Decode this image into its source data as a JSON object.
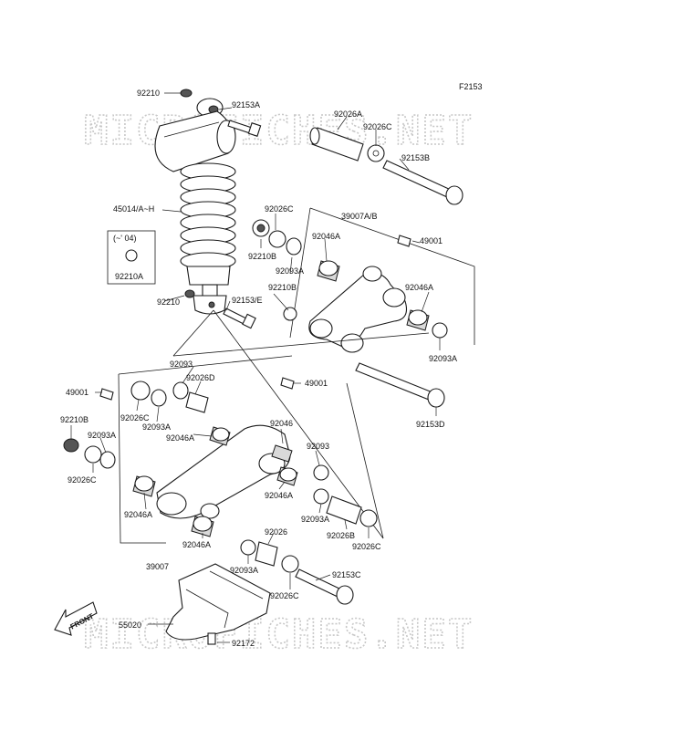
{
  "figure_code": "F2153",
  "watermark_text": "MICROFICHES.NET",
  "front_label": "FRONT",
  "labels": {
    "l92210_top": "92210",
    "l92153A": "92153A",
    "l92026A": "92026A",
    "l92026C_top": "92026C",
    "l92153B": "92153B",
    "l45014": "45014/A~H",
    "l92026C_mid": "92026C",
    "l39007AB": "39007A/B",
    "l92046A_1": "92046A",
    "l49001_top": "49001",
    "l04": "(~' 04)",
    "l92210B_1": "92210B",
    "l92093A_1": "92093A",
    "l92210A": "92210A",
    "l92210B_2": "92210B",
    "l92046A_2": "92046A",
    "l92210_mid": "92210",
    "l92153E": "92153/E",
    "l92093A_2": "92093A",
    "l92093": "92093",
    "l92026D": "92026D",
    "l49001_mid": "49001",
    "l49001_left": "49001",
    "l92026C_l": "92026C",
    "l92093A_3": "92093A",
    "l92153D": "92153D",
    "l92210B_3": "92210B",
    "l92093A_4": "92093A",
    "l92046": "92046",
    "l92046A_3": "92046A",
    "l92093_2": "92093",
    "l92026C_ll": "92026C",
    "l92046A_4": "92046A",
    "l92046A_5": "92046A",
    "l92093A_5": "92093A",
    "l92026B": "92026B",
    "l92026C_r": "92026C",
    "l92046A_6": "92046A",
    "l92026": "92026",
    "l39007": "39007",
    "l92093A_6": "92093A",
    "l92153C": "92153C",
    "l92026C_b": "92026C",
    "l55020": "55020",
    "l92172": "92172"
  }
}
